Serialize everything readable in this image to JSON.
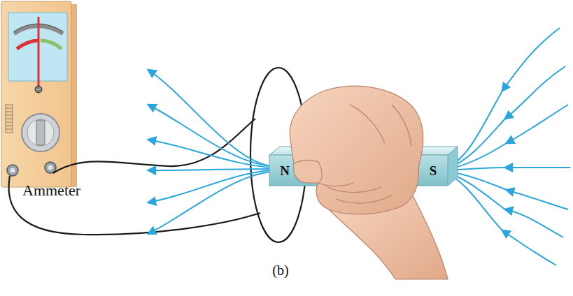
{
  "diagram": {
    "caption": "(b)",
    "labels": [
      "Ammeter",
      "N",
      "S"
    ]
  }
}
